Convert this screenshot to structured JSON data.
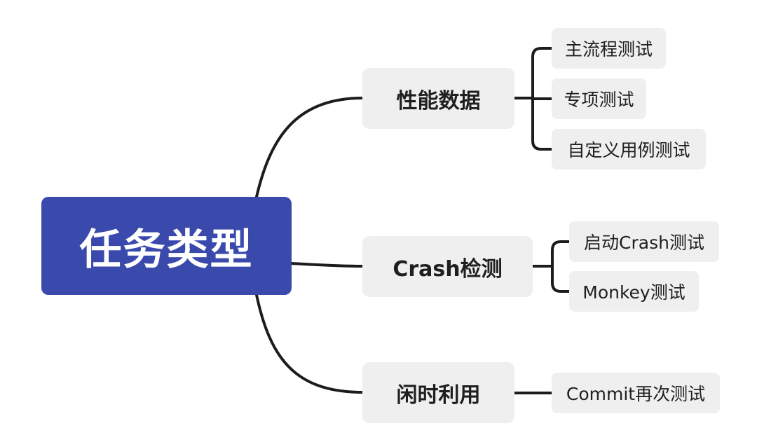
{
  "diagram": {
    "root": {
      "label": "任务类型",
      "color": "#3a49ac"
    },
    "line_color": "#1c1c1c",
    "node_fill": "#efefef",
    "branches": [
      {
        "label": "性能数据",
        "children": [
          {
            "label": "主流程测试"
          },
          {
            "label": "专项测试"
          },
          {
            "label": "自定义用例测试"
          }
        ]
      },
      {
        "label": "Crash检测",
        "children": [
          {
            "label": "启动Crash测试"
          },
          {
            "label": "Monkey测试"
          }
        ]
      },
      {
        "label": "闲时利用",
        "children": [
          {
            "label": "Commit再次测试"
          }
        ]
      }
    ]
  }
}
